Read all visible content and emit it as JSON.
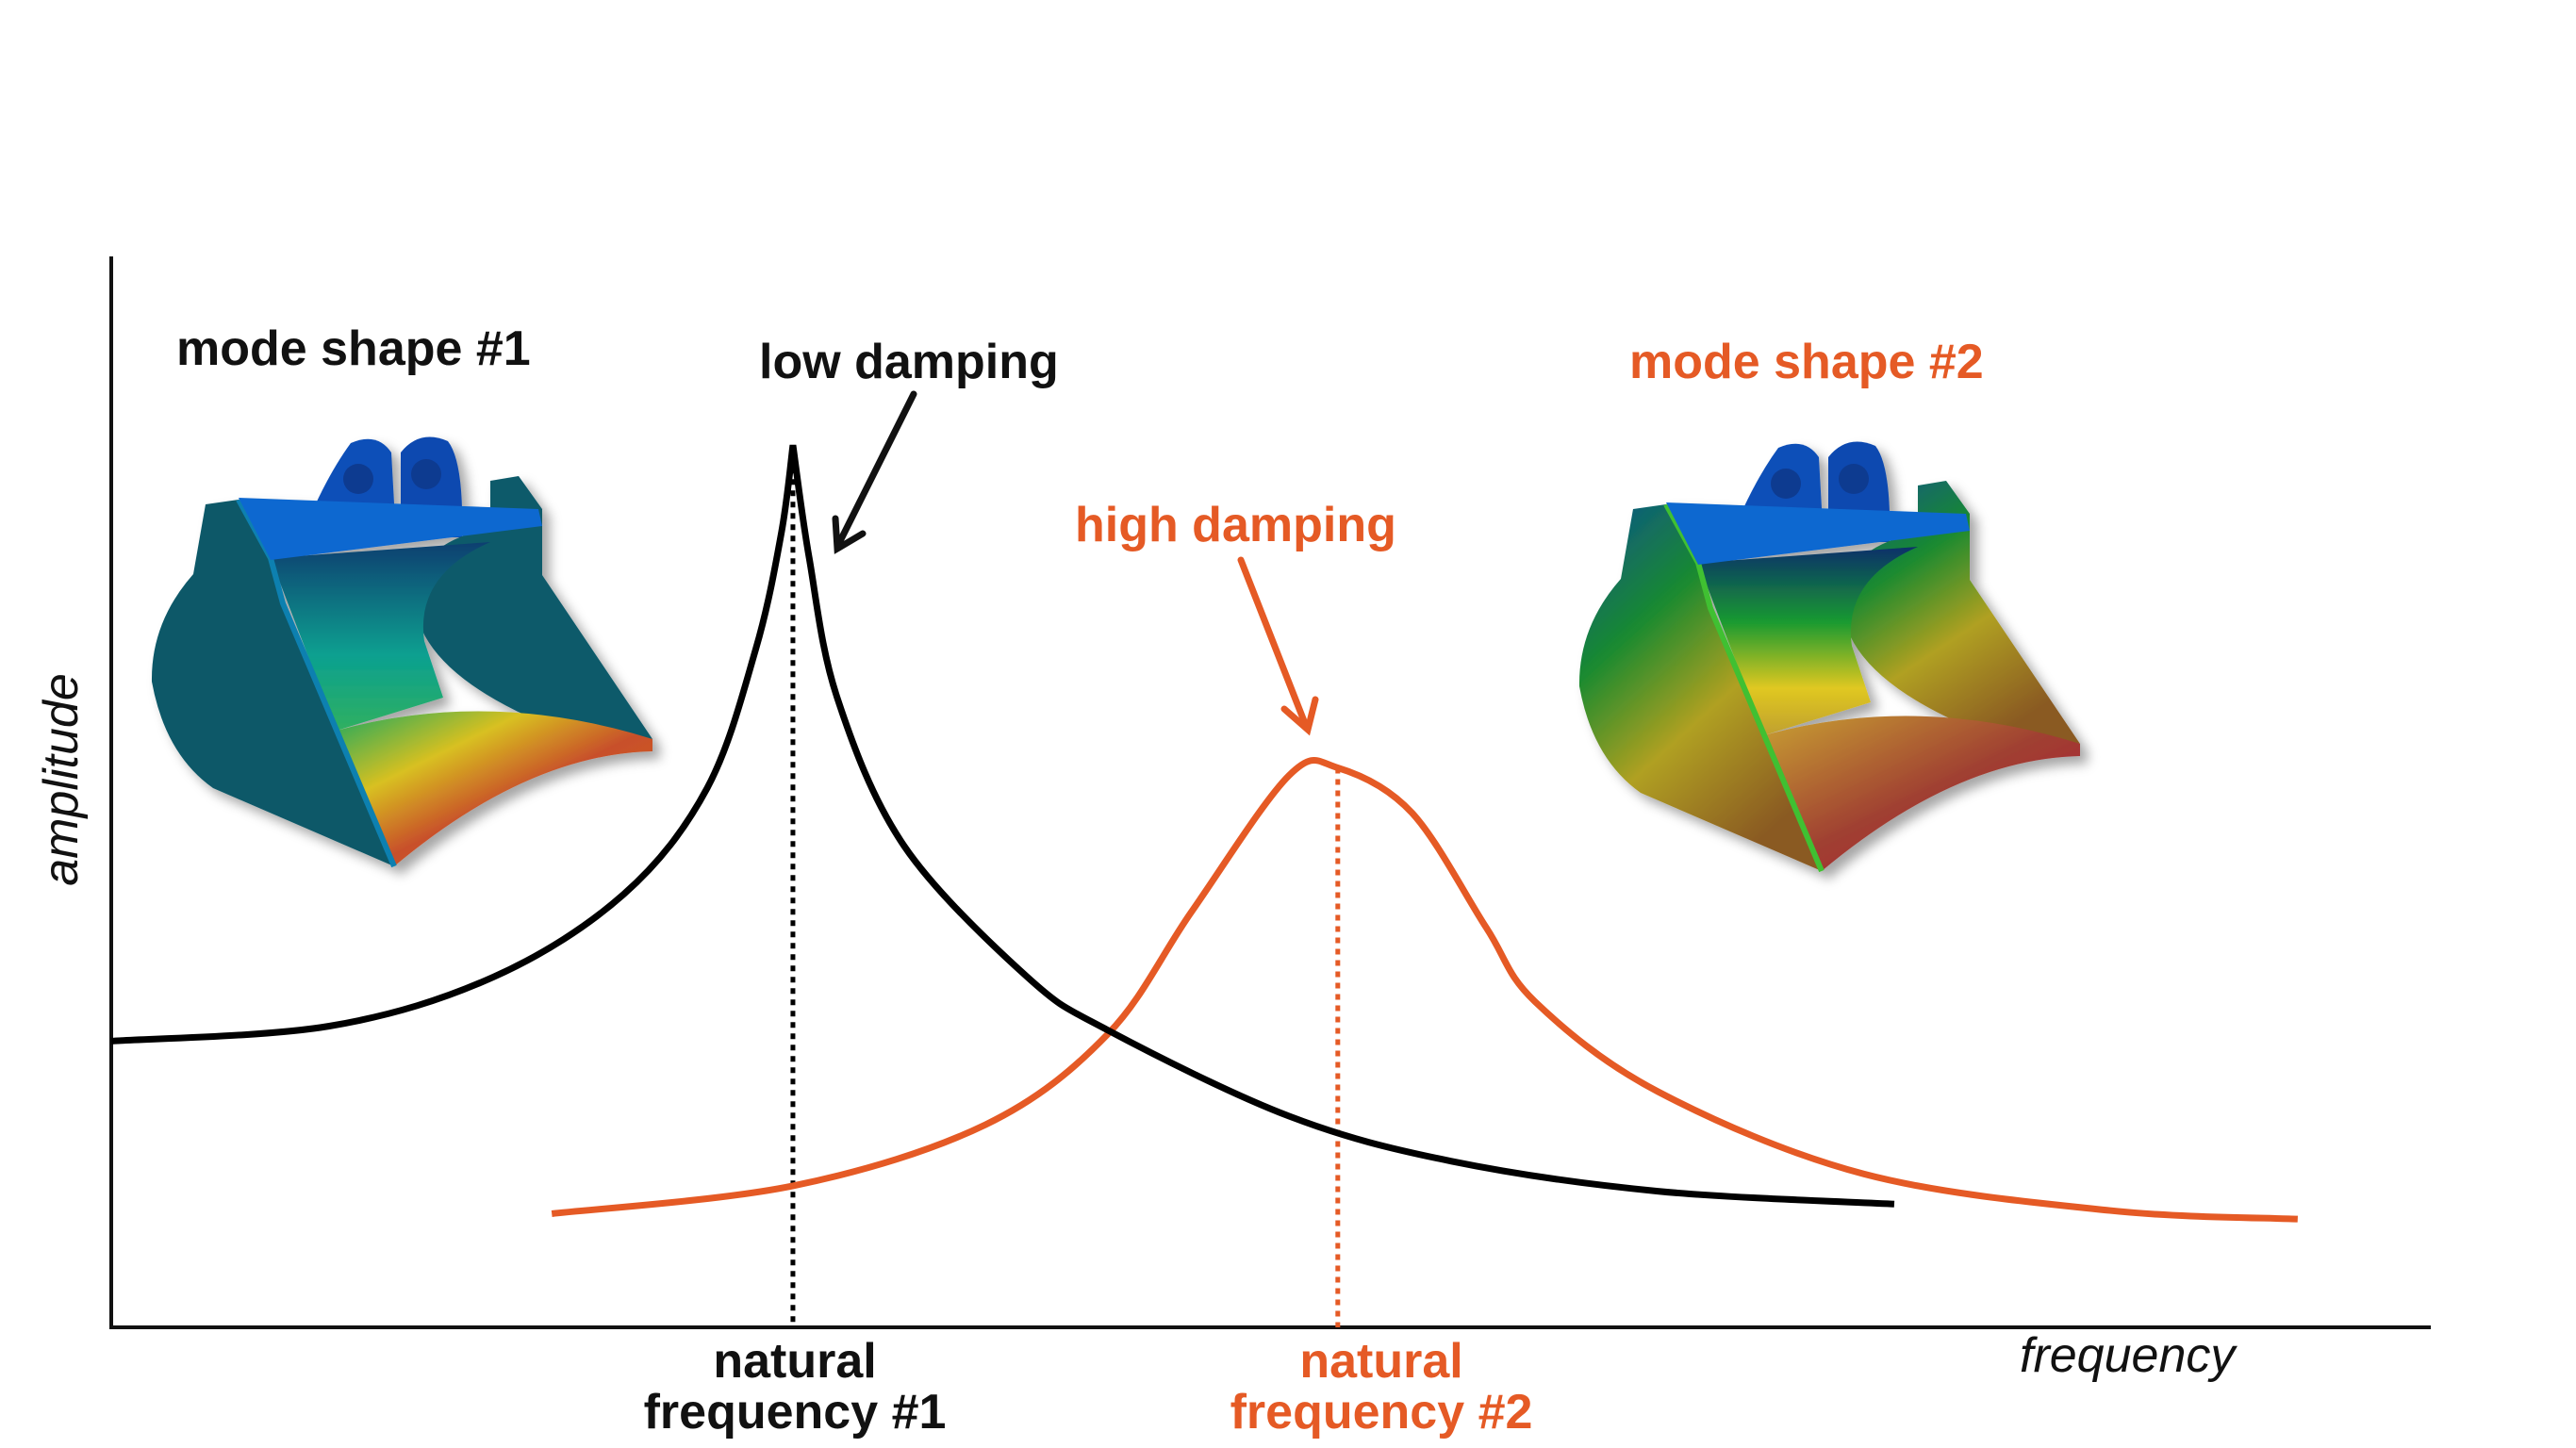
{
  "labels": {
    "mode_shape_1": "mode shape #1",
    "mode_shape_2": "mode shape #2",
    "low_damping": "low damping",
    "high_damping": "high damping",
    "natural_1_line1": "natural",
    "natural_1_line2": "frequency #1",
    "natural_2_line1": "natural",
    "natural_2_line2": "frequency #2"
  },
  "axes": {
    "xlabel": "frequency",
    "ylabel": "amplitude"
  },
  "colors": {
    "low_damping": "#000000",
    "high_damping": "#e55a25"
  },
  "chart_data": {
    "type": "line",
    "xlabel": "frequency",
    "ylabel": "amplitude",
    "xlim": [
      0,
      100
    ],
    "ylim": [
      0,
      100
    ],
    "grid": false,
    "series": [
      {
        "name": "low damping",
        "natural_frequency": 29.4,
        "rising": [
          [
            0,
            26.7
          ],
          [
            9.4,
            28.1
          ],
          [
            16.5,
            32.7
          ],
          [
            22.1,
            40.4
          ],
          [
            25.7,
            50.3
          ],
          [
            27.8,
            63.3
          ],
          [
            28.9,
            74.1
          ],
          [
            29.4,
            82.3
          ]
        ],
        "falling": [
          [
            29.4,
            82.3
          ],
          [
            30.1,
            71.8
          ],
          [
            31.3,
            58.8
          ],
          [
            34.2,
            44.9
          ],
          [
            39.5,
            32.7
          ],
          [
            43.0,
            27.7
          ],
          [
            50.8,
            19.7
          ],
          [
            57.8,
            15.5
          ],
          [
            66.7,
            12.7
          ],
          [
            76.9,
            11.5
          ]
        ]
      },
      {
        "name": "high damping",
        "natural_frequency": 52.9,
        "points": [
          [
            19.0,
            10.6
          ],
          [
            29.4,
            13.2
          ],
          [
            37.7,
            18.9
          ],
          [
            43.0,
            27.4
          ],
          [
            46.6,
            38.8
          ],
          [
            50.8,
            51.5
          ],
          [
            52.9,
            52.2
          ],
          [
            56.1,
            48.0
          ],
          [
            59.3,
            37.3
          ],
          [
            61.4,
            30.4
          ],
          [
            66.7,
            22.0
          ],
          [
            75.6,
            14.3
          ],
          [
            86.2,
            10.9
          ],
          [
            94.3,
            10.1
          ]
        ]
      }
    ]
  }
}
